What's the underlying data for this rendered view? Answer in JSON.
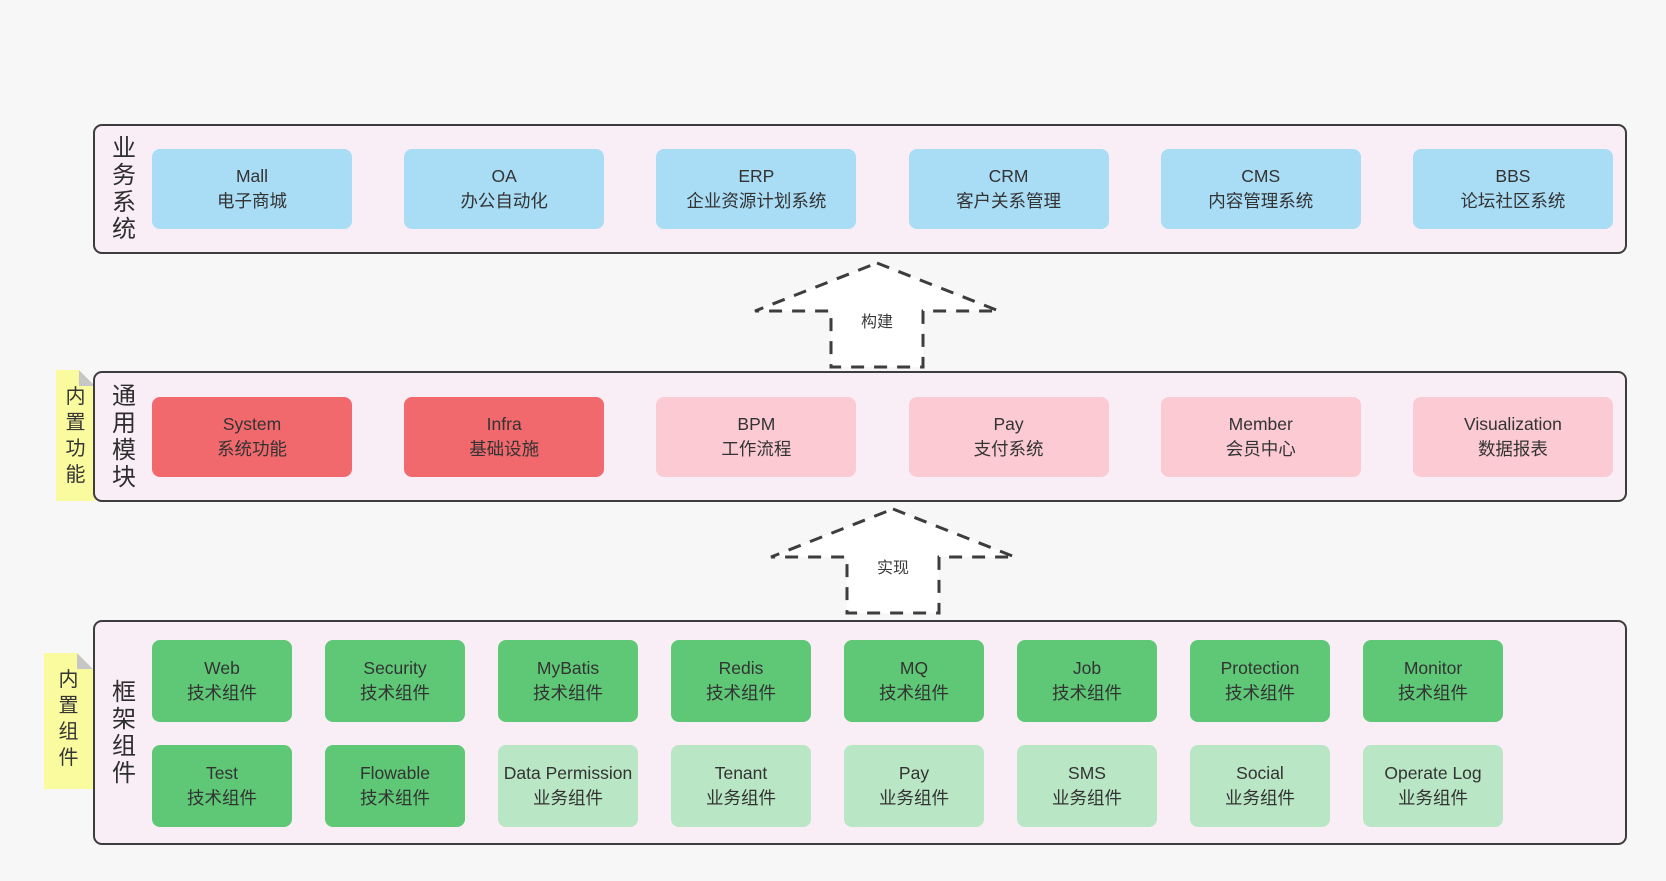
{
  "colors": {
    "page_bg": "#f7f7f7",
    "container_bg": "#f9edf6",
    "container_border": "#3d3d3d",
    "blue_box": "#a9dcf5",
    "red_box": "#f1696c",
    "pink_box": "#fbcad3",
    "green_dark_box": "#5ec876",
    "green_light_box": "#b9e6c4",
    "note_yellow": "#fafa9e",
    "note_fold": "#c6c6c6",
    "text": "#333333"
  },
  "arrows": [
    {
      "label": "构建"
    },
    {
      "label": "实现"
    }
  ],
  "layers": {
    "business": {
      "side_label": "业务系统",
      "boxes": [
        {
          "title": "Mall",
          "subtitle": "电子商城"
        },
        {
          "title": "OA",
          "subtitle": "办公自动化"
        },
        {
          "title": "ERP",
          "subtitle": "企业资源计划系统"
        },
        {
          "title": "CRM",
          "subtitle": "客户关系管理"
        },
        {
          "title": "CMS",
          "subtitle": "内容管理系统"
        },
        {
          "title": "BBS",
          "subtitle": "论坛社区系统"
        }
      ]
    },
    "modules": {
      "side_label": "通用模块",
      "note_label": "内置功能",
      "boxes": [
        {
          "title": "System",
          "subtitle": "系统功能",
          "variant": "red"
        },
        {
          "title": "Infra",
          "subtitle": "基础设施",
          "variant": "red"
        },
        {
          "title": "BPM",
          "subtitle": "工作流程",
          "variant": "pink"
        },
        {
          "title": "Pay",
          "subtitle": "支付系统",
          "variant": "pink"
        },
        {
          "title": "Member",
          "subtitle": "会员中心",
          "variant": "pink"
        },
        {
          "title": "Visualization",
          "subtitle": "数据报表",
          "variant": "pink"
        }
      ]
    },
    "components": {
      "side_label": "框架组件",
      "note_label": "内置组件",
      "row1": [
        {
          "title": "Web",
          "subtitle": "技术组件",
          "variant": "green-dark"
        },
        {
          "title": "Security",
          "subtitle": "技术组件",
          "variant": "green-dark"
        },
        {
          "title": "MyBatis",
          "subtitle": "技术组件",
          "variant": "green-dark"
        },
        {
          "title": "Redis",
          "subtitle": "技术组件",
          "variant": "green-dark"
        },
        {
          "title": "MQ",
          "subtitle": "技术组件",
          "variant": "green-dark"
        },
        {
          "title": "Job",
          "subtitle": "技术组件",
          "variant": "green-dark"
        },
        {
          "title": "Protection",
          "subtitle": "技术组件",
          "variant": "green-dark"
        },
        {
          "title": "Monitor",
          "subtitle": "技术组件",
          "variant": "green-dark"
        }
      ],
      "row2": [
        {
          "title": "Test",
          "subtitle": "技术组件",
          "variant": "green-dark"
        },
        {
          "title": "Flowable",
          "subtitle": "技术组件",
          "variant": "green-dark"
        },
        {
          "title": "Data Permission",
          "subtitle": "业务组件",
          "variant": "green-light"
        },
        {
          "title": "Tenant",
          "subtitle": "业务组件",
          "variant": "green-light"
        },
        {
          "title": "Pay",
          "subtitle": "业务组件",
          "variant": "green-light"
        },
        {
          "title": "SMS",
          "subtitle": "业务组件",
          "variant": "green-light"
        },
        {
          "title": "Social",
          "subtitle": "业务组件",
          "variant": "green-light"
        },
        {
          "title": "Operate Log",
          "subtitle": "业务组件",
          "variant": "green-light"
        }
      ]
    }
  }
}
